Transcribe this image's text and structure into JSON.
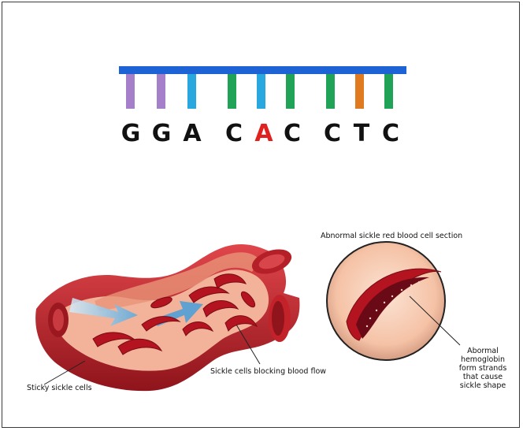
{
  "dna": {
    "backbone_color": "#1e63d6",
    "tooth_colors": [
      "#a57fc9",
      "#a57fc9",
      "#29a8e0",
      "#21a357",
      "#29a8e0",
      "#21a357",
      "#21a357",
      "#e07a21",
      "#21a357"
    ],
    "codons": [
      {
        "bases": [
          "G",
          "G",
          "A"
        ]
      },
      {
        "bases": [
          "C",
          "A",
          "C"
        ],
        "highlight_index": 1,
        "highlight_color": "#e0211e"
      },
      {
        "bases": [
          "C",
          "T",
          "C"
        ]
      }
    ]
  },
  "illustration": {
    "labels": {
      "section_title": "Abnormal sickle red blood cell section",
      "hemoglobin_note": "Abormal\nhemoglobin\nform strands\nthat cause\nsickle shape",
      "blocking": "Sickle cells blocking blood flow",
      "sticky": "Sticky sickle cells"
    },
    "colors": {
      "vessel": "#c4222b",
      "vessel_inner": "#f2b39a",
      "flow": "#8cc4e6"
    }
  }
}
